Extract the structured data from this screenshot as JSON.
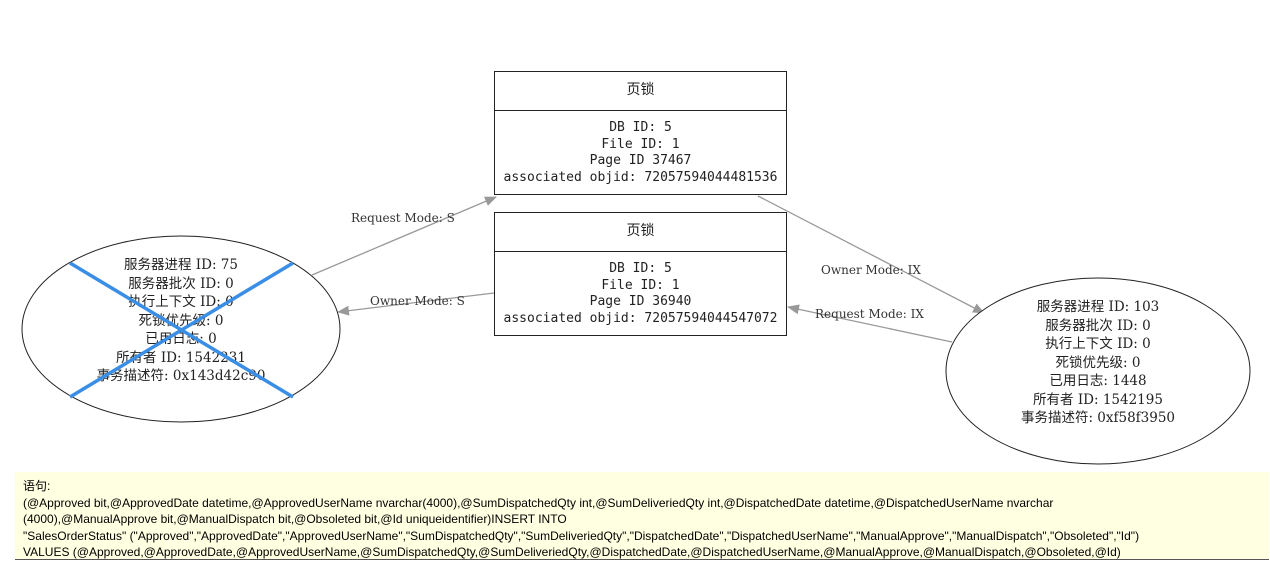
{
  "resources": [
    {
      "title": "页锁",
      "lines": [
        "DB ID: 5",
        "File ID: 1",
        "Page ID 37467",
        "associated objid: 72057594044481536"
      ]
    },
    {
      "title": "页锁",
      "lines": [
        "DB ID: 5",
        "File ID: 1",
        "Page ID 36940",
        "associated objid: 72057594044547072"
      ]
    }
  ],
  "processes": [
    {
      "victim": true,
      "lines": [
        "服务器进程 ID: 75",
        "服务器批次 ID: 0",
        "执行上下文 ID: 0",
        "死锁优先级: 0",
        "已用日志: 0",
        "所有者 ID: 1542231",
        "事务描述符: 0x143d42c90"
      ]
    },
    {
      "victim": false,
      "lines": [
        "服务器进程 ID: 103",
        "服务器批次 ID: 0",
        "执行上下文 ID: 0",
        "死锁优先级: 0",
        "已用日志: 1448",
        "所有者 ID: 1542195",
        "事务描述符: 0xf58f3950"
      ]
    }
  ],
  "edges": {
    "request_s": "Request Mode: S",
    "owner_s": "Owner Mode: S",
    "owner_ix": "Owner Mode: IX",
    "request_ix": "Request Mode: IX"
  },
  "statement": {
    "label": "语句:",
    "lines": [
      "(@Approved bit,@ApprovedDate datetime,@ApprovedUserName nvarchar(4000),@SumDispatchedQty int,@SumDeliveriedQty int,@DispatchedDate datetime,@DispatchedUserName nvarchar",
      "(4000),@ManualApprove bit,@ManualDispatch bit,@Obsoleted bit,@Id uniqueidentifier)INSERT INTO",
      "\"SalesOrderStatus\"  (\"Approved\",\"ApprovedDate\",\"ApprovedUserName\",\"SumDispatchedQty\",\"SumDeliveriedQty\",\"DispatchedDate\",\"DispatchedUserName\",\"ManualApprove\",\"ManualDispatch\",\"Obsoleted\",\"Id\")",
      "VALUES  (@Approved,@ApprovedDate,@ApprovedUserName,@SumDispatchedQty,@SumDeliveriedQty,@DispatchedDate,@DispatchedUserName,@ManualApprove,@ManualDispatch,@Obsoleted,@Id)"
    ]
  },
  "colors": {
    "victim_cross": "#3a8ee6",
    "edge": "#999999",
    "statement_bg": "#ffffe1"
  }
}
